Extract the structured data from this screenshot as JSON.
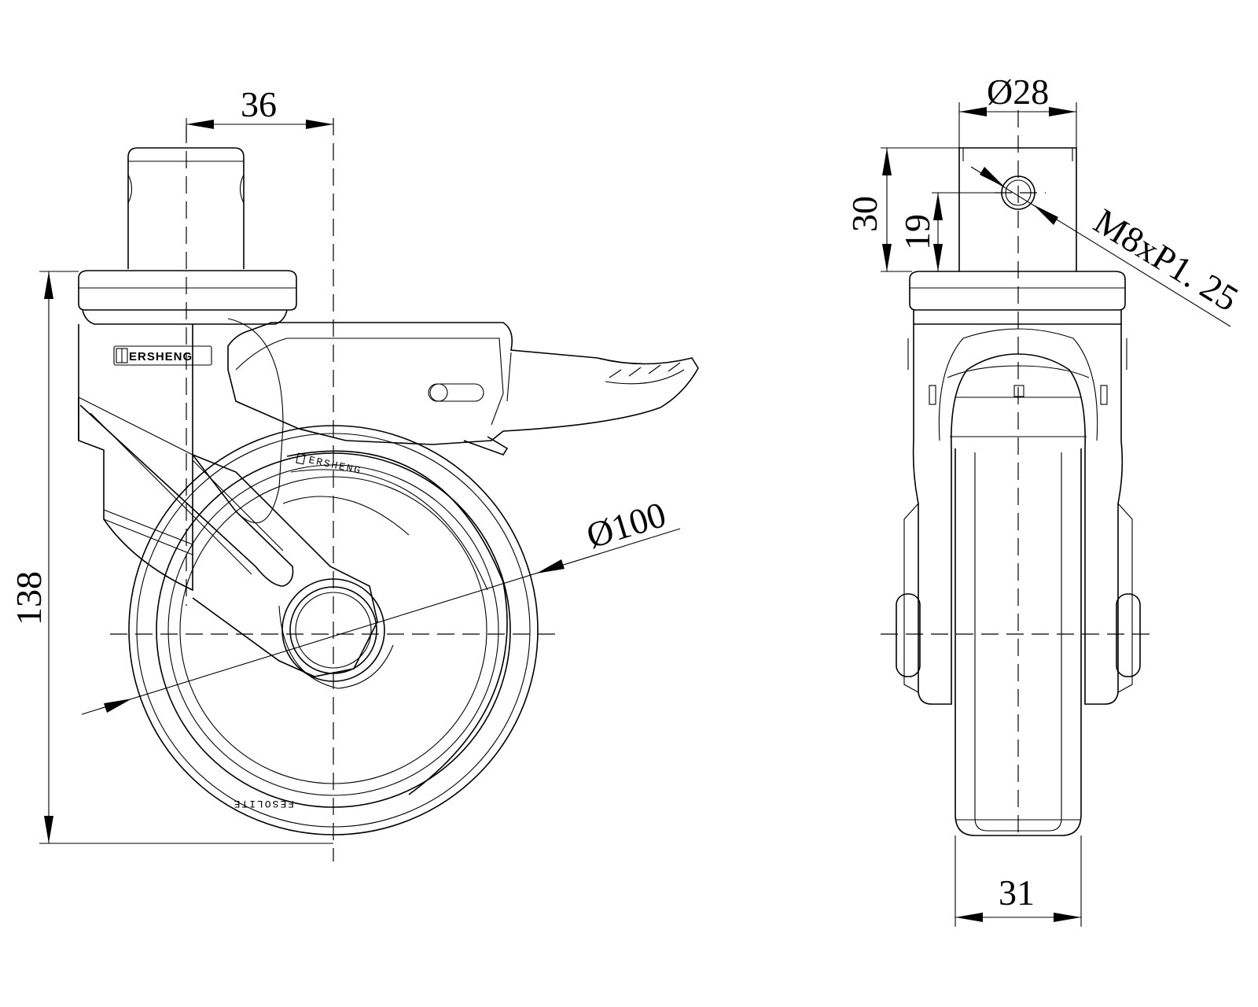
{
  "drawing": {
    "background": "#ffffff",
    "line_color": "#000000",
    "side_view": {
      "dimensions": {
        "stem_offset": "36",
        "wheel_diameter": "Ø100",
        "overall_height": "138"
      },
      "brand_plate_text": "ERSHENG",
      "fork_brand_text": "ERSHENG",
      "wheel_tread_text": "FESOLITE"
    },
    "front_view": {
      "dimensions": {
        "stem_diameter": "Ø28",
        "stem_height": "30",
        "hole_height": "19",
        "thread_spec": "M8xP1. 25",
        "wheel_width": "31"
      }
    }
  }
}
